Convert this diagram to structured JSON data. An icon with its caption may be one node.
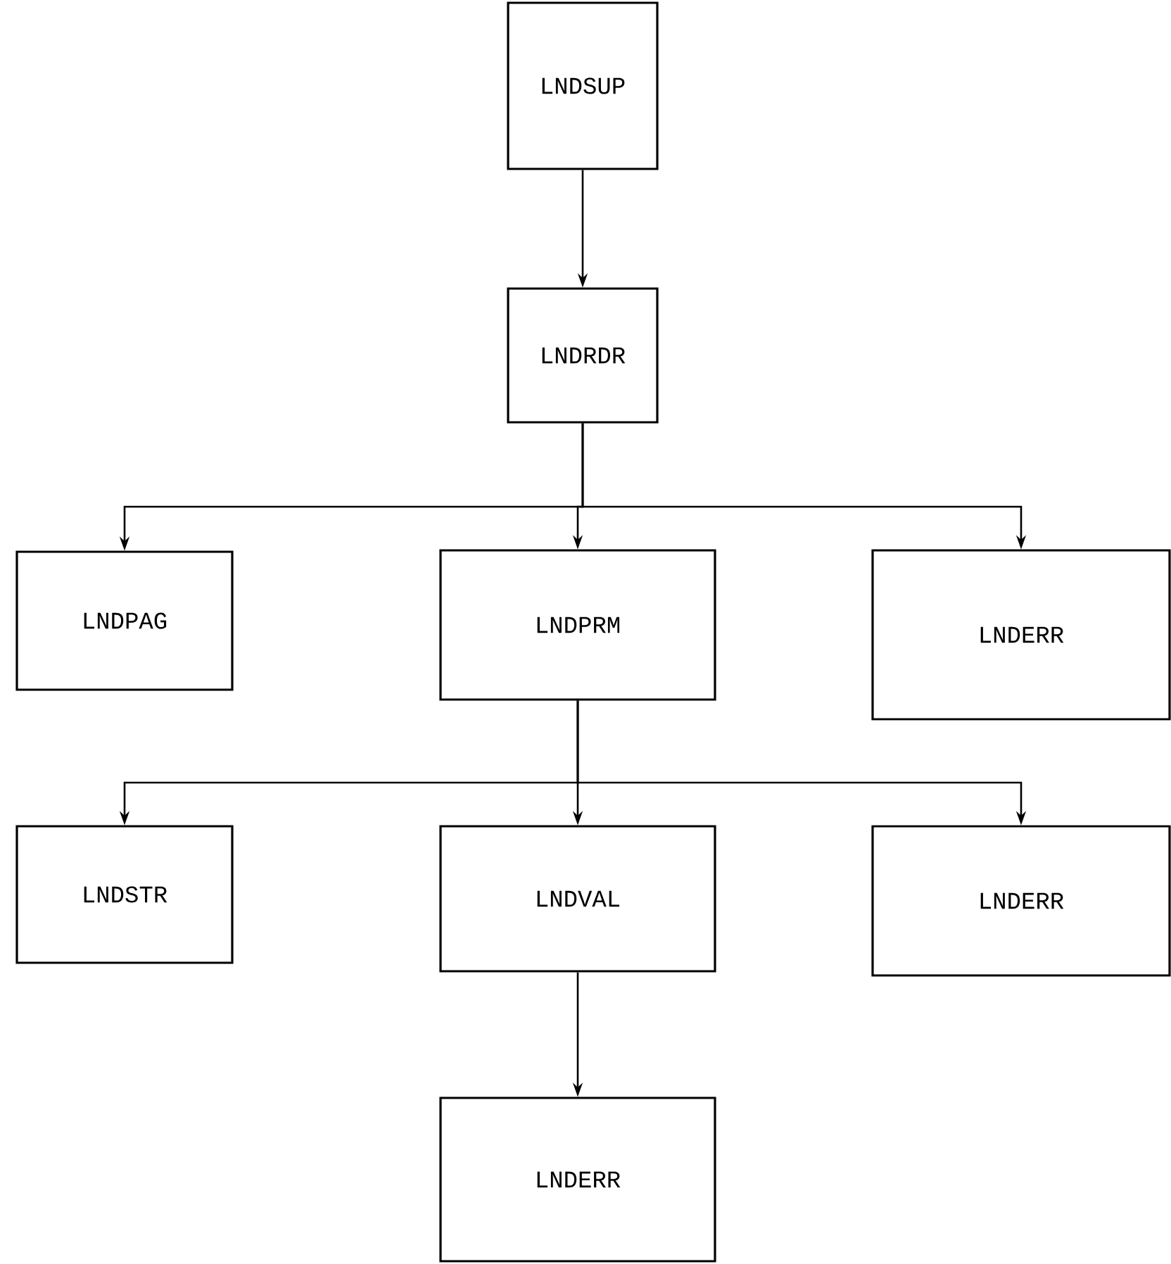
{
  "diagram": {
    "nodes": [
      {
        "text": [
          "LNDSUP"
        ]
      },
      {
        "text": [
          "LNDRDR"
        ]
      },
      {
        "text": [
          "LNDPAG"
        ]
      },
      {
        "text": [
          "LNDPRM"
        ]
      },
      {
        "text": [
          "LNDERR"
        ]
      },
      {
        "text": [
          "LNDSTR"
        ]
      },
      {
        "text": [
          "LNDVAL"
        ]
      },
      {
        "text": [
          "LNDERR"
        ]
      },
      {
        "text": [
          "LNDERR"
        ]
      }
    ],
    "edges": [
      {
        "from": 0,
        "to": 1,
        "arrow": "to"
      },
      {
        "from": 1,
        "to": 2,
        "arrow": "to"
      },
      {
        "from": 1,
        "to": 3,
        "arrow": "to"
      },
      {
        "from": 1,
        "to": 4,
        "arrow": "to"
      },
      {
        "from": 3,
        "to": 5,
        "arrow": "to"
      },
      {
        "from": 3,
        "to": 6,
        "arrow": "to"
      },
      {
        "from": 3,
        "to": 7,
        "arrow": "to"
      },
      {
        "from": 6,
        "to": 8,
        "arrow": "to"
      }
    ]
  }
}
